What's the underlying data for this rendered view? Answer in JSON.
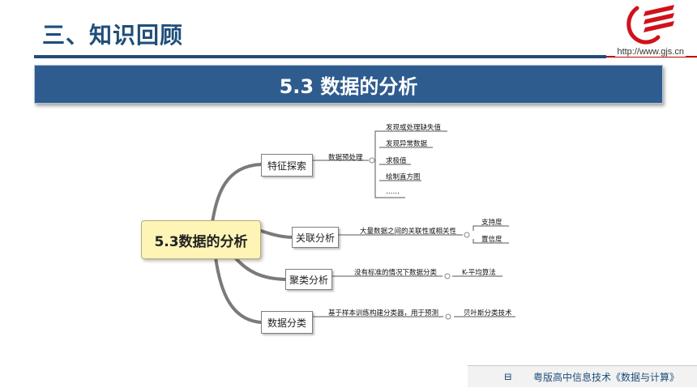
{
  "header": {
    "section_title": "三、知识回顾",
    "site_url": "http://www.gjs.cn",
    "logo_icon": "gjs-logo-icon",
    "accent_color": "#c00000",
    "brand_color": "#1f4e79"
  },
  "banner": {
    "title": "5.3 数据的分析",
    "color": "#2f5c8f"
  },
  "mindmap": {
    "root": "5.3数据的分析",
    "branches": [
      {
        "label": "特征探索",
        "detail": "数据预处理",
        "leaves": [
          "发现或处理缺失值",
          "发现异常数据",
          "求极值",
          "绘制直方图",
          "……"
        ]
      },
      {
        "label": "关联分析",
        "detail": "大量数据之间的关联性或相关性",
        "leaves": [
          "支持度",
          "置信度"
        ]
      },
      {
        "label": "聚类分析",
        "detail": "没有标准的情况下数据分类",
        "leaves": [
          "K-平均算法"
        ]
      },
      {
        "label": "数据分类",
        "detail": "基于样本训练构建分类器，用于预测",
        "leaves": [
          "贝叶斯分类技术"
        ]
      }
    ]
  },
  "footer": {
    "icon": "book-icon",
    "icon_glyph": "⊟",
    "text": "粤版高中信息技术《数据与计算》"
  }
}
